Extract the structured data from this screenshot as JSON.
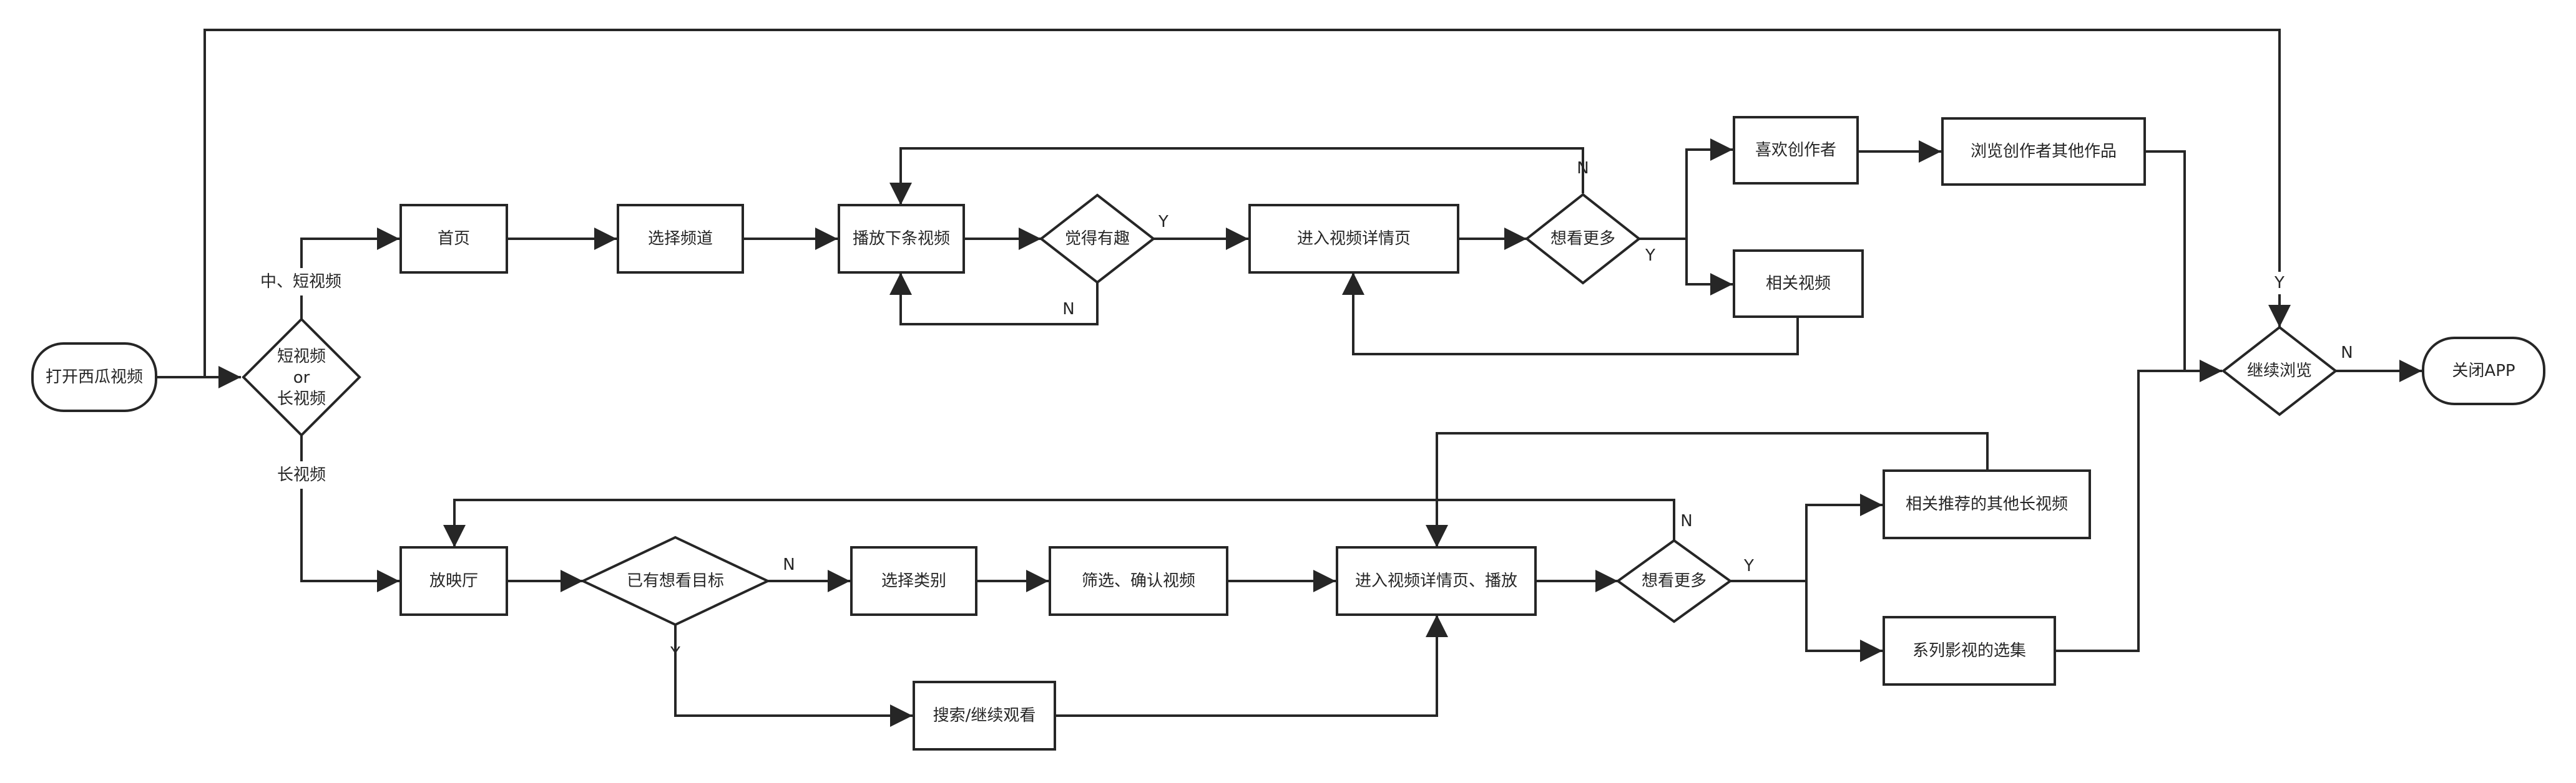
{
  "nodes": {
    "start": "打开西瓜视频",
    "video_type": [
      "短视频",
      "or",
      "长视频"
    ],
    "home": "首页",
    "select_channel": "选择频道",
    "play_next": "播放下条视频",
    "interesting": "觉得有趣",
    "video_detail": "进入视频详情页",
    "want_more_top": "想看更多",
    "like_creator": "喜欢创作者",
    "browse_creator_works": "浏览创作者其他作品",
    "related_videos": "相关视频",
    "continue_browse": "继续浏览",
    "close_app": "关闭APP",
    "theater": "放映厅",
    "has_target": "已有想看目标",
    "select_category": "选择类别",
    "filter_confirm": "筛选、确认视频",
    "detail_play": "进入视频详情页、播放",
    "want_more_bottom": "想看更多",
    "related_long_videos": "相关推荐的其他长视频",
    "series_episodes": "系列影视的选集",
    "search_continue": "搜索/继续观看"
  },
  "edge_labels": {
    "mid_short": "中、短视频",
    "long": "长视频",
    "y": "Y",
    "n": "N"
  },
  "colors": {
    "stroke": "#262626",
    "fill": "#ffffff",
    "background": "#ffffff"
  }
}
